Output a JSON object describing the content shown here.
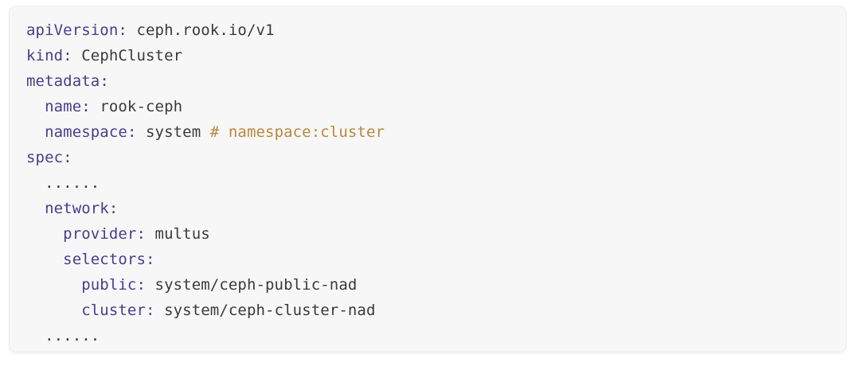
{
  "code_block": {
    "language": "yaml",
    "background_color": "#f7f7f8",
    "border_color": "#ececee",
    "colors": {
      "key": "#483d8b",
      "punctuation": "#483d8b",
      "value": "#3a3a3a",
      "comment": "#b8883a",
      "ellipsis": "#3a3a3a"
    },
    "lines": [
      {
        "indent": 0,
        "tokens": [
          {
            "type": "key",
            "text": "apiVersion"
          },
          {
            "type": "punct",
            "text": ":"
          },
          {
            "type": "val",
            "text": " ceph.rook.io/v1"
          }
        ]
      },
      {
        "indent": 0,
        "tokens": [
          {
            "type": "key",
            "text": "kind"
          },
          {
            "type": "punct",
            "text": ":"
          },
          {
            "type": "val",
            "text": " CephCluster"
          }
        ]
      },
      {
        "indent": 0,
        "tokens": [
          {
            "type": "key",
            "text": "metadata"
          },
          {
            "type": "punct",
            "text": ":"
          }
        ]
      },
      {
        "indent": 1,
        "tokens": [
          {
            "type": "key",
            "text": "name"
          },
          {
            "type": "punct",
            "text": ":"
          },
          {
            "type": "val",
            "text": " rook-ceph"
          }
        ]
      },
      {
        "indent": 1,
        "tokens": [
          {
            "type": "key",
            "text": "namespace"
          },
          {
            "type": "punct",
            "text": ":"
          },
          {
            "type": "val",
            "text": " system "
          },
          {
            "type": "comment",
            "text": "# namespace:cluster"
          }
        ]
      },
      {
        "indent": 0,
        "tokens": [
          {
            "type": "key",
            "text": "spec"
          },
          {
            "type": "punct",
            "text": ":"
          }
        ]
      },
      {
        "indent": 1,
        "tokens": [
          {
            "type": "ellipsis",
            "text": "......"
          }
        ]
      },
      {
        "indent": 1,
        "tokens": [
          {
            "type": "key",
            "text": "network"
          },
          {
            "type": "punct",
            "text": ":"
          }
        ]
      },
      {
        "indent": 2,
        "tokens": [
          {
            "type": "key",
            "text": "provider"
          },
          {
            "type": "punct",
            "text": ":"
          },
          {
            "type": "val",
            "text": " multus"
          }
        ]
      },
      {
        "indent": 2,
        "tokens": [
          {
            "type": "key",
            "text": "selectors"
          },
          {
            "type": "punct",
            "text": ":"
          }
        ]
      },
      {
        "indent": 3,
        "tokens": [
          {
            "type": "key",
            "text": "public"
          },
          {
            "type": "punct",
            "text": ":"
          },
          {
            "type": "val",
            "text": " system/ceph-public-nad"
          }
        ]
      },
      {
        "indent": 3,
        "tokens": [
          {
            "type": "key",
            "text": "cluster"
          },
          {
            "type": "punct",
            "text": ":"
          },
          {
            "type": "val",
            "text": " system/ceph-cluster-nad"
          }
        ]
      },
      {
        "indent": 1,
        "tokens": [
          {
            "type": "ellipsis",
            "text": "......"
          }
        ]
      }
    ]
  }
}
